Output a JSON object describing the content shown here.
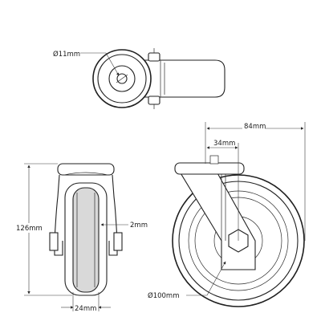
{
  "dimensions": {
    "bore_diameter": "Ø11mm",
    "overall_height": "126mm",
    "tread_thickness": "2mm",
    "wheel_width": "24mm",
    "plate_width": "84mm",
    "fork_offset": "34mm",
    "wheel_diameter": "Ø100mm"
  },
  "colors": {
    "line": "#222222",
    "tread_fill": "#d9d9d9",
    "background": "#ffffff"
  }
}
